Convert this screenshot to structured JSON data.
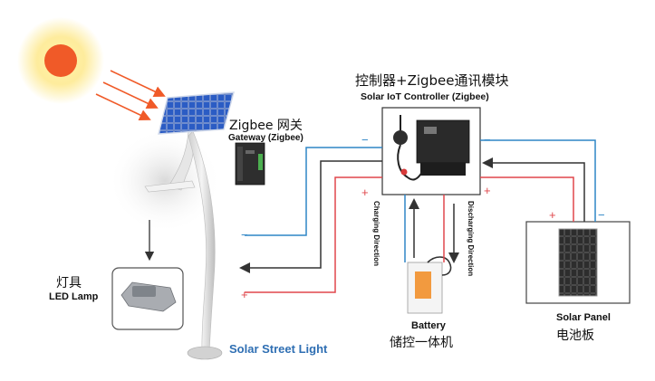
{
  "gateway": {
    "title_cn": "Zigbee 网关",
    "title_en": "Gateway (Zigbee)"
  },
  "controller": {
    "title_cn": "控制器+Zigbee通讯模块",
    "title_en": "Solar IoT Controller (Zigbee)"
  },
  "lamp": {
    "title_cn": "灯具",
    "title_en": "LED Lamp"
  },
  "battery": {
    "title_en": "Battery",
    "title_cn": "储控一体机"
  },
  "panel": {
    "title_en": "Solar Panel",
    "title_cn": "电池板"
  },
  "system": {
    "title": "Solar Street Light"
  },
  "directions": {
    "charging": "Charging Direction",
    "discharging": "Discharging Direction"
  },
  "polarity": {
    "negative": "−",
    "positive": "+"
  },
  "colors": {
    "negative_line": "#2f86c6",
    "positive_line": "#e0474c",
    "signal_line": "#333333",
    "sun": "#f05a28",
    "accent_text": "#2f6fb3"
  }
}
